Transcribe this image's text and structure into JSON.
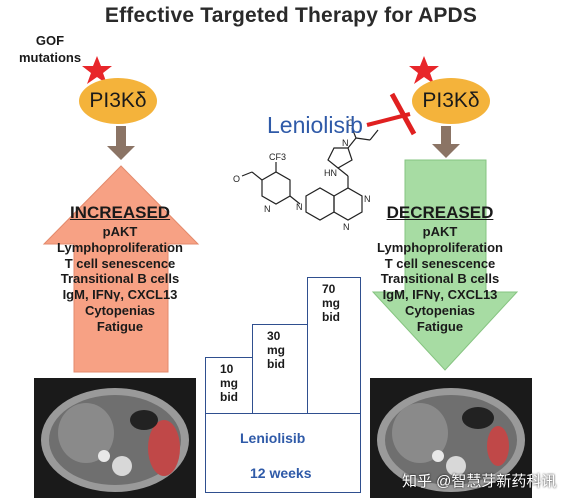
{
  "title": "Effective Targeted Therapy for APDS",
  "gof_label": "GOF mutations",
  "pi3k_left": "PI3Kδ",
  "pi3k_right": "PI3Kδ",
  "drug_name": "Leniolisib",
  "left_panel": {
    "heading": "INCREASED",
    "items": [
      "pAKT",
      "Lymphoproliferation",
      "T cell senescence",
      "Transitional B cells",
      "IgM, IFNγ, CXCL13",
      "Cytopenias",
      "Fatigue"
    ]
  },
  "right_panel": {
    "heading": "DECREASED",
    "items": [
      "pAKT",
      "Lymphoproliferation",
      "T cell senescence",
      "Transitional B cells",
      "IgM, IFNγ, CXCL13",
      "Cytopenias",
      "Fatigue"
    ]
  },
  "doses": [
    {
      "amount": "10",
      "unit": "mg",
      "freq": "bid"
    },
    {
      "amount": "30",
      "unit": "mg",
      "freq": "bid"
    },
    {
      "amount": "70",
      "unit": "mg",
      "freq": "bid"
    }
  ],
  "timeline": {
    "drug": "Leniolisib",
    "duration": "12 weeks"
  },
  "structure_labels": {
    "cf3": "CF3",
    "o": "O",
    "n": "N",
    "hn": "HN"
  },
  "watermark": "知乎 @智慧芽新药科讯",
  "colors": {
    "arrow_up": "#f7a184",
    "arrow_down": "#a7dca3",
    "pill": "#f4b33b",
    "star": "#e8262a",
    "brown_arrow": "#8b7465",
    "inhibit": "#e02020",
    "blue": "#2f5aa8"
  }
}
